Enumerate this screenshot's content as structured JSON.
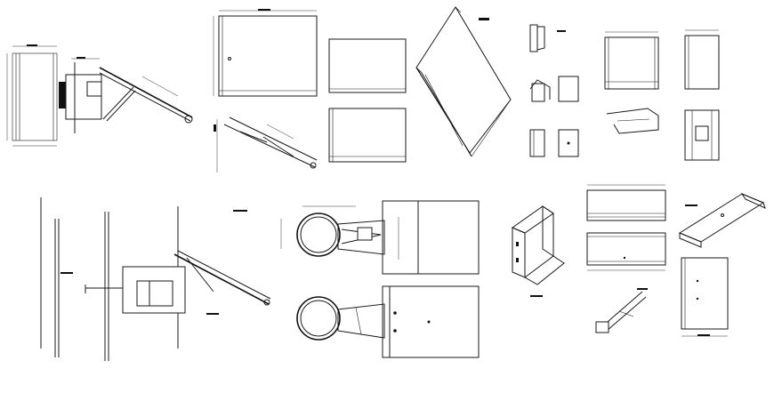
{
  "sheet": {
    "background": "#ffffff",
    "line_color": "#1a1a1a"
  },
  "views": [
    {
      "id": "wall-mount-elevation",
      "icon": "cad-bracket-elevation"
    },
    {
      "id": "panel-plan-large",
      "icon": "cad-rectangle-panel"
    },
    {
      "id": "panel-front-a",
      "icon": "cad-rectangle-panel"
    },
    {
      "id": "panel-front-b",
      "icon": "cad-rectangle-panel"
    },
    {
      "id": "canopy-isometric",
      "icon": "cad-isometric-plate"
    },
    {
      "id": "arm-side-view",
      "icon": "cad-arm"
    },
    {
      "id": "bracket-detail-grid",
      "icon": "cad-detail-set"
    },
    {
      "id": "wall-section",
      "icon": "cad-section"
    },
    {
      "id": "ring-bracket-top",
      "icon": "cad-ring-bracket"
    },
    {
      "id": "ring-bracket-bottom",
      "icon": "cad-ring-bracket"
    },
    {
      "id": "channel-isometric",
      "icon": "cad-channel"
    },
    {
      "id": "rail-elevations",
      "icon": "cad-rail"
    },
    {
      "id": "angle-isometric",
      "icon": "cad-angle"
    },
    {
      "id": "plate-with-holes",
      "icon": "cad-plate"
    },
    {
      "id": "small-arm",
      "icon": "cad-arm"
    }
  ]
}
